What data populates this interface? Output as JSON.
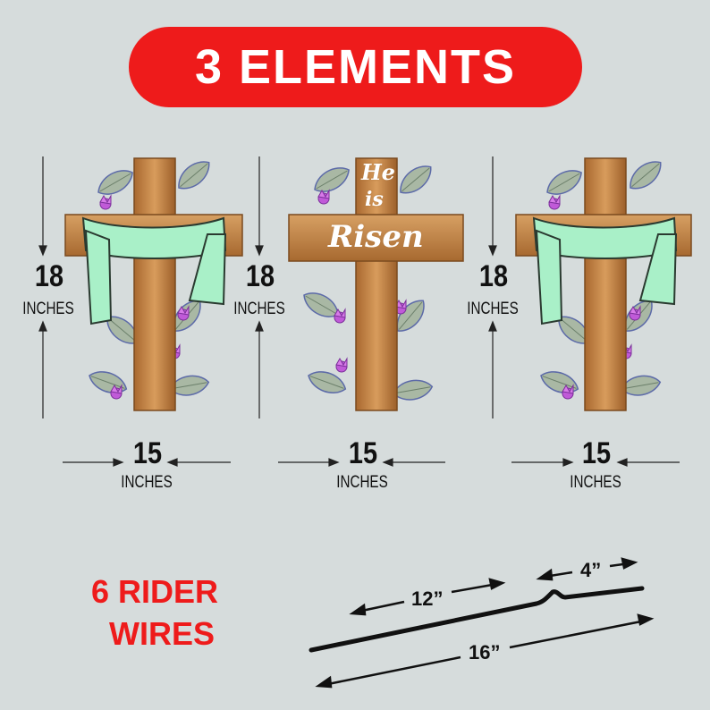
{
  "banner": {
    "text": "3 ELEMENTS"
  },
  "elements": [
    {
      "height_value": "18",
      "height_unit": "INCHES",
      "width_value": "15",
      "width_unit": "INCHES"
    },
    {
      "height_value": "18",
      "height_unit": "INCHES",
      "width_value": "15",
      "width_unit": "INCHES",
      "cross_text_line1": "He",
      "cross_text_line2": "is",
      "cross_text_line3": "Risen"
    },
    {
      "height_value": "18",
      "height_unit": "INCHES",
      "width_value": "15",
      "width_unit": "INCHES"
    }
  ],
  "wires": {
    "label_line1": "6 RIDER",
    "label_line2": "WIRES",
    "dim_short": "4”",
    "dim_mid": "12”",
    "dim_long": "16”"
  },
  "colors": {
    "banner": "#ee1b1b",
    "background": "#d6dcdc",
    "wood": "#c98b4e",
    "drape": "#a9f0c8",
    "label_red": "#ee1b1b"
  }
}
